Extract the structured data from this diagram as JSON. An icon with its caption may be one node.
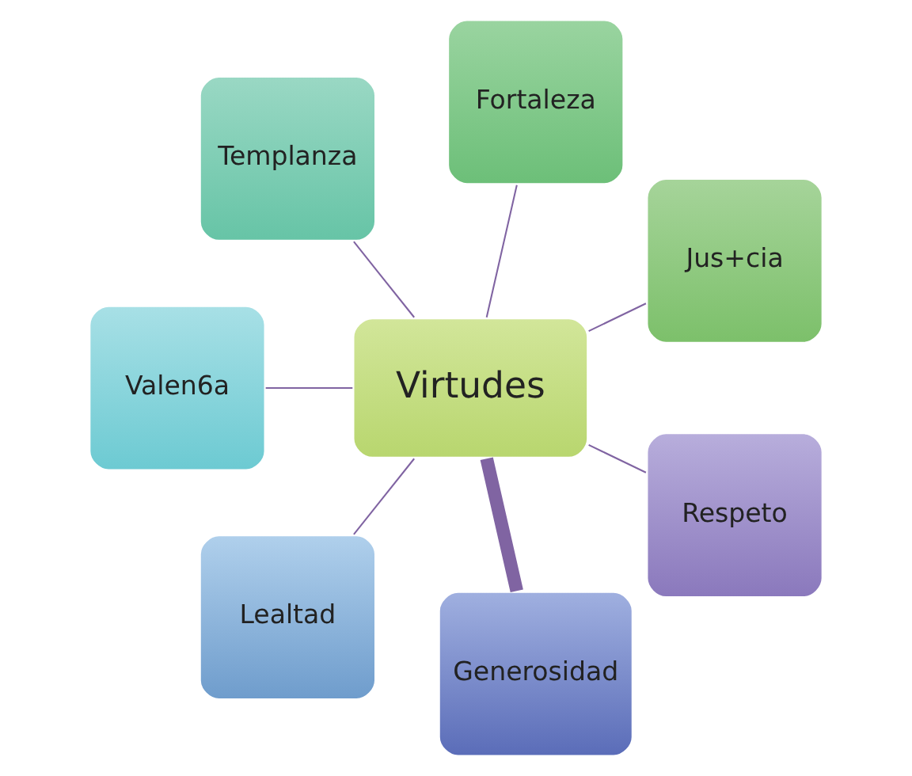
{
  "diagram": {
    "nodes": [
      {
        "text": [
          "Virtudes"
        ]
      },
      {
        "text": [
          "Jus+cia"
        ]
      },
      {
        "text": [
          "Fortaleza"
        ]
      },
      {
        "text": [
          "Templanza"
        ]
      },
      {
        "text": [
          "Valen6a"
        ]
      },
      {
        "text": [
          "Lealtad"
        ]
      },
      {
        "text": [
          "Generosidad"
        ]
      },
      {
        "text": [
          "Respeto"
        ]
      }
    ],
    "edges": [
      {
        "from": 0,
        "to": 1,
        "arrow": "none"
      },
      {
        "from": 0,
        "to": 2,
        "arrow": "none"
      },
      {
        "from": 0,
        "to": 3,
        "arrow": "none"
      },
      {
        "from": 0,
        "to": 4,
        "arrow": "none"
      },
      {
        "from": 0,
        "to": 5,
        "arrow": "none"
      },
      {
        "from": 0,
        "to": 6,
        "arrow": "none",
        "style": "thick"
      },
      {
        "from": 0,
        "to": 7,
        "arrow": "none"
      }
    ]
  }
}
